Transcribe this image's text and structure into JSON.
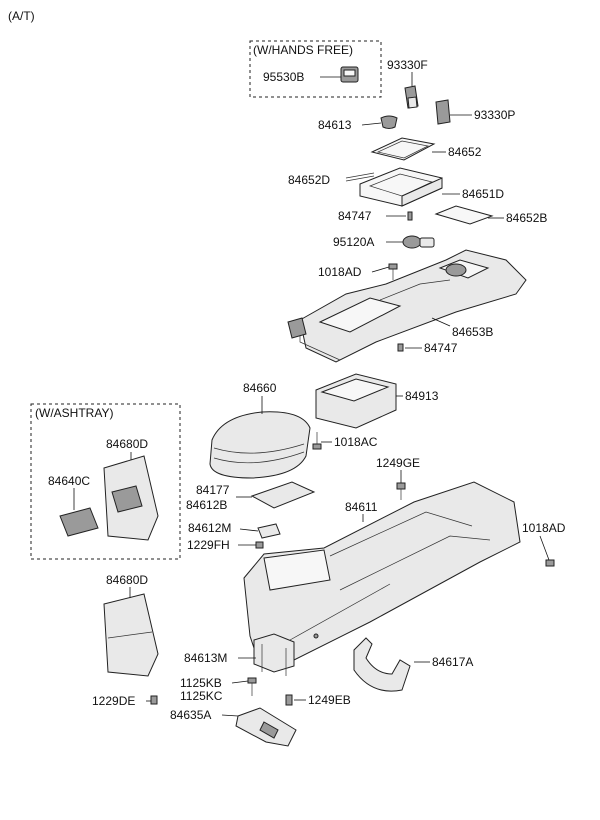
{
  "corner_label": "(A/T)",
  "boxes": {
    "hands_free": "(W/HANDS FREE)",
    "ashtray": "(W/ASHTRAY)"
  },
  "parts": {
    "p95530B": "95530B",
    "p93330F": "93330F",
    "p93330P": "93330P",
    "p84613": "84613",
    "p84652": "84652",
    "p84652D": "84652D",
    "p84651D": "84651D",
    "p84747a": "84747",
    "p84652B": "84652B",
    "p95120A": "95120A",
    "p1018ADa": "1018AD",
    "p84653B": "84653B",
    "p84747b": "84747",
    "p84660": "84660",
    "p84913": "84913",
    "p1018AC": "1018AC",
    "p84680Da": "84680D",
    "p84640C": "84640C",
    "p1249GE": "1249GE",
    "p84177": "84177",
    "p84612B": "84612B",
    "p84611": "84611",
    "p1018ADb": "1018AD",
    "p84612M": "84612M",
    "p1229FH": "1229FH",
    "p84680Db": "84680D",
    "p84613M": "84613M",
    "p84617A": "84617A",
    "p1125KB": "1125KB",
    "p1125KC": "1125KC",
    "p1229DE": "1229DE",
    "p1249EB": "1249EB",
    "p84635A": "84635A"
  }
}
